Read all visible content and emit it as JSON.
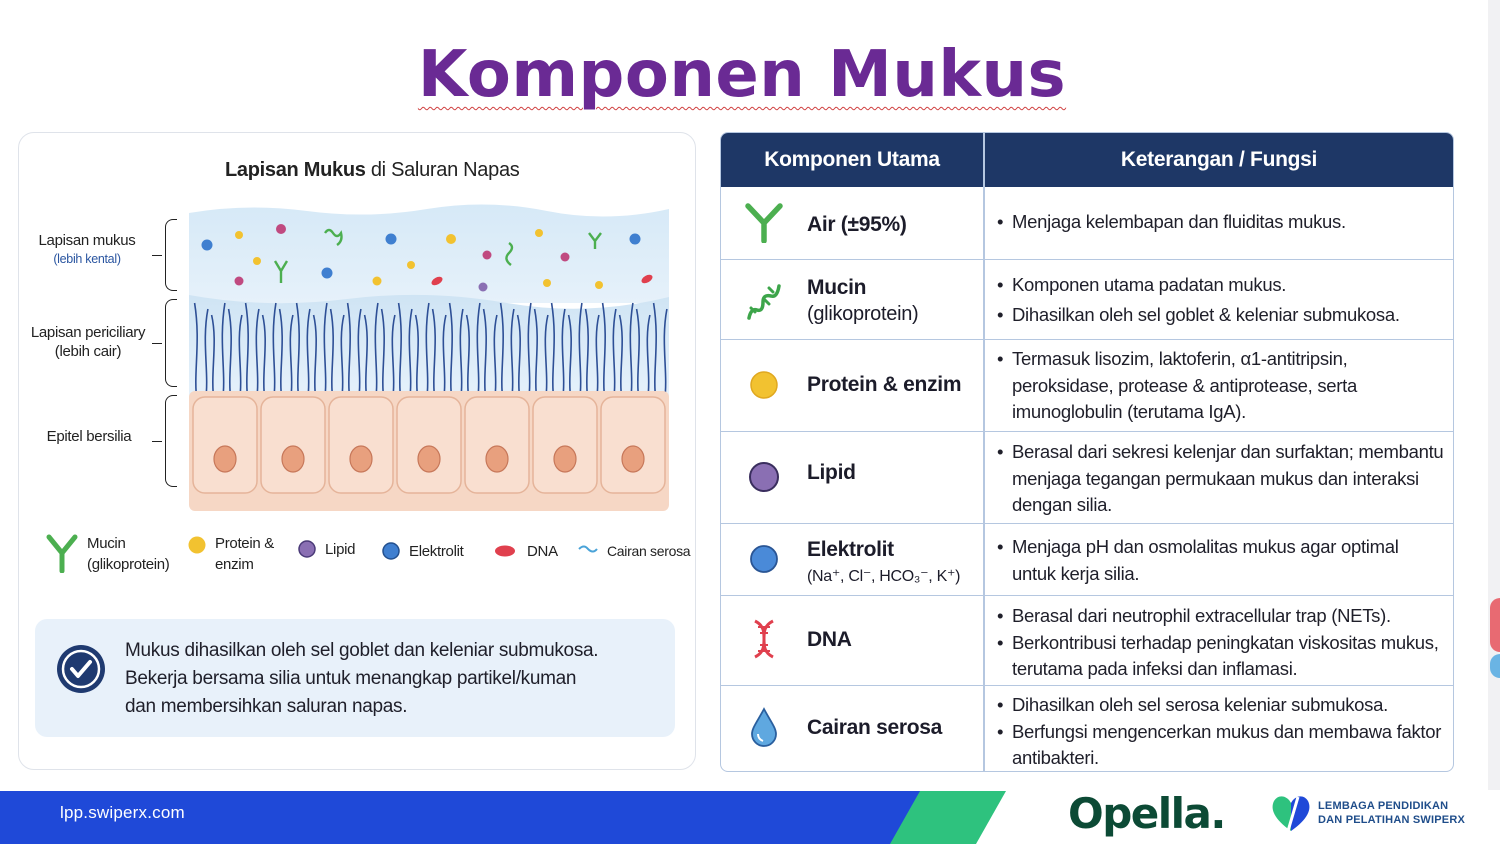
{
  "title": "Komponen Mukus",
  "diagram": {
    "title_bold": "Lapisan Mukus",
    "title_rest": "di Saluran Napas",
    "layers": [
      {
        "label": "Lapisan mukus",
        "sub": "(lebih kental)"
      },
      {
        "label": "Lapisan periciliary",
        "sub": "(lebih cair)"
      },
      {
        "label": "Epitel bersilia",
        "sub": ""
      }
    ]
  },
  "legend": [
    {
      "icon": "mucin-y-icon",
      "label": "Mucin",
      "label2": "(glikoprotein)",
      "color": "#4caf50"
    },
    {
      "icon": "protein-dot-icon",
      "label": "Protein &",
      "label2": "enzim",
      "color": "#f2c230"
    },
    {
      "icon": "lipid-dot-icon",
      "label": "Lipid",
      "label2": "",
      "color": "#8a6fb3"
    },
    {
      "icon": "electrolyte-dot-icon",
      "label": "Elektrolit",
      "label2": "",
      "color": "#3f7fd0"
    },
    {
      "icon": "dna-oval-icon",
      "label": "DNA",
      "label2": "",
      "color": "#e0404e"
    },
    {
      "icon": "serous-wave-icon",
      "label": "Cairan serosa",
      "label2": "",
      "color": "#4aa3d8"
    }
  ],
  "note": {
    "line1": "Mukus dihasilkan oleh sel goblet dan keleniar submukosa.",
    "line2": "Bekerja bersama silia untuk menangkap partikel/kuman",
    "line3": "dan membersihkan saluran napas."
  },
  "table": {
    "headers": [
      "Komponen Utama",
      "Keterangan / Fungsi"
    ],
    "rows": [
      {
        "icon": "water-y-icon",
        "name": "Air (±95%)",
        "name_sub": "",
        "name_tiny": "",
        "desc": [
          "Menjaga kelembapan dan fluiditas mukus."
        ]
      },
      {
        "icon": "mucin-strand-icon",
        "name": "Mucin",
        "name_sub": "(glikoprotein)",
        "name_tiny": "",
        "desc": [
          "Komponen utama padatan mukus.",
          "Dihasilkan oleh sel goblet & keleniar submukosa."
        ]
      },
      {
        "icon": "protein-circle-icon",
        "name": "Protein & enzim",
        "name_sub": "",
        "name_tiny": "",
        "desc": [
          "Termasuk lisozim, laktoferin, α1-antitripsin, peroksidase, protease & antiprotease, serta imunoglobulin (terutama IgA)."
        ]
      },
      {
        "icon": "lipid-circle-icon",
        "name": "Lipid",
        "name_sub": "",
        "name_tiny": "",
        "desc": [
          "Berasal dari sekresi kelenjar dan surfaktan; membantu menjaga tegangan permukaan mukus dan interaksi dengan silia."
        ]
      },
      {
        "icon": "electrolyte-circle-icon",
        "name": "Elektrolit",
        "name_sub": "",
        "name_tiny": "(Na⁺, Cl⁻, HCO₃⁻, K⁺)",
        "desc": [
          "Menjaga pH dan osmolalitas mukus agar optimal untuk kerja silia."
        ]
      },
      {
        "icon": "dna-helix-icon",
        "name": "DNA",
        "name_sub": "",
        "name_tiny": "",
        "desc": [
          "Berasal dari neutrophil extracellular trap (NETs).",
          "Berkontribusi terhadap peningkatan viskositas mukus, terutama pada infeksi dan inflamasi."
        ]
      },
      {
        "icon": "water-drop-icon",
        "name": "Cairan serosa",
        "name_sub": "",
        "name_tiny": "",
        "desc": [
          "Dihasilkan oleh sel serosa keleniar submukosa.",
          "Berfungsi mengencerkan mukus dan membawa faktor antibakteri."
        ]
      }
    ]
  },
  "footer": {
    "url": "lpp.swiperx.com",
    "brand": "Opella.",
    "org_line1": "LEMBAGA PENDIDIKAN",
    "org_line2": "DAN PELATIHAN SWIPERX"
  },
  "colors": {
    "title": "#6a2a94",
    "table_header": "#1e3766",
    "footer_blue": "#1f49d8",
    "footer_green": "#2ec27e",
    "brand_green": "#0c4a35"
  }
}
